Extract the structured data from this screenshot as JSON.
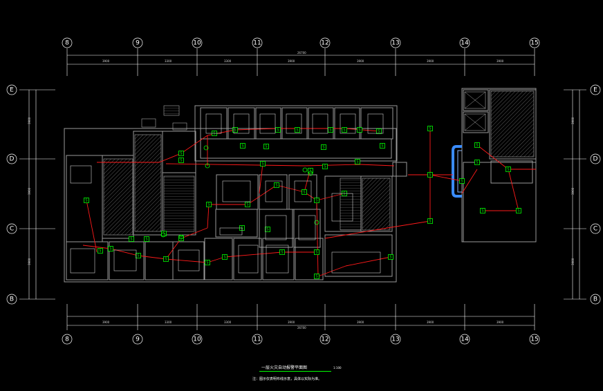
{
  "grid": {
    "columns": [
      "8",
      "9",
      "10",
      "11",
      "12",
      "13",
      "14",
      "15"
    ],
    "rows": [
      "E",
      "D",
      "C",
      "B"
    ]
  },
  "title": "一层火灾自动报警平面图",
  "scale": "1:100",
  "note": "注：图示仅表明布线示意，具体以实际为准。",
  "colors": {
    "wiring": "#ff1a1a",
    "device": "#00ff00",
    "walls": "#9a9a9a",
    "axis": "#ffffff",
    "duct": "#3a8cff"
  },
  "symbol_legend": {
    "smoke_detector": "S",
    "manual_alarm": "Y"
  }
}
